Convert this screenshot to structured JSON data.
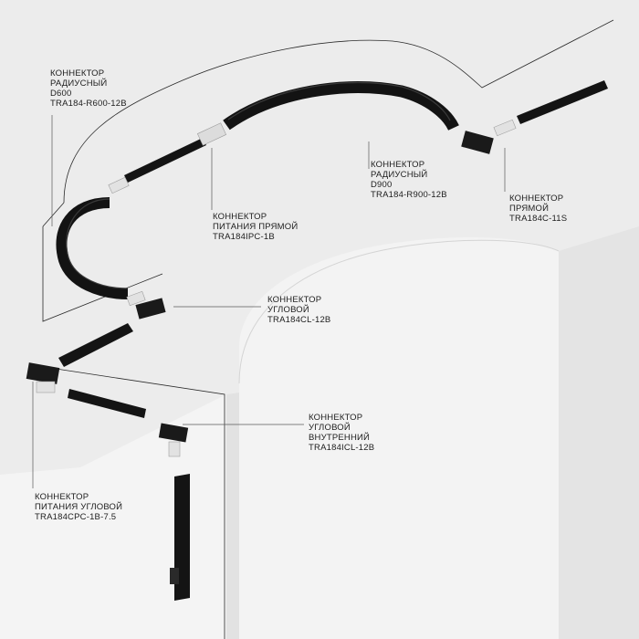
{
  "colors": {
    "ceiling": "#f0f0f0",
    "wall": "#e6e6e6",
    "track": "#141414",
    "connector": "#dcdcdc",
    "label_text": "#1d1d1d"
  },
  "labels": [
    {
      "id": "r600",
      "lines": [
        "КОННЕКТОР",
        "РАДИУСНЫЙ",
        "D600",
        "TRA184-R600-12B"
      ]
    },
    {
      "id": "r900",
      "lines": [
        "КОННЕКТОР",
        "РАДИУСНЫЙ",
        "D900",
        "TRA184-R900-12B"
      ]
    },
    {
      "id": "c11s",
      "lines": [
        "КОННЕКТОР",
        "ПРЯМОЙ",
        "TRA184C-11S"
      ]
    },
    {
      "id": "ipc",
      "lines": [
        "КОННЕКТОР",
        "ПИТАНИЯ ПРЯМОЙ",
        "TRA184IPC-1B"
      ]
    },
    {
      "id": "cl",
      "lines": [
        "КОННЕКТОР",
        "УГЛОВОЙ",
        "TRA184CL-12B"
      ]
    },
    {
      "id": "icl",
      "lines": [
        "КОННЕКТОР",
        "УГЛОВОЙ",
        "ВНУТРЕННИЙ",
        "TRA184ICL-12B"
      ]
    },
    {
      "id": "cpc",
      "lines": [
        "КОННЕКТОР",
        "ПИТАНИЯ УГЛОВОЙ",
        "TRA184CPC-1B-7.5"
      ]
    }
  ]
}
